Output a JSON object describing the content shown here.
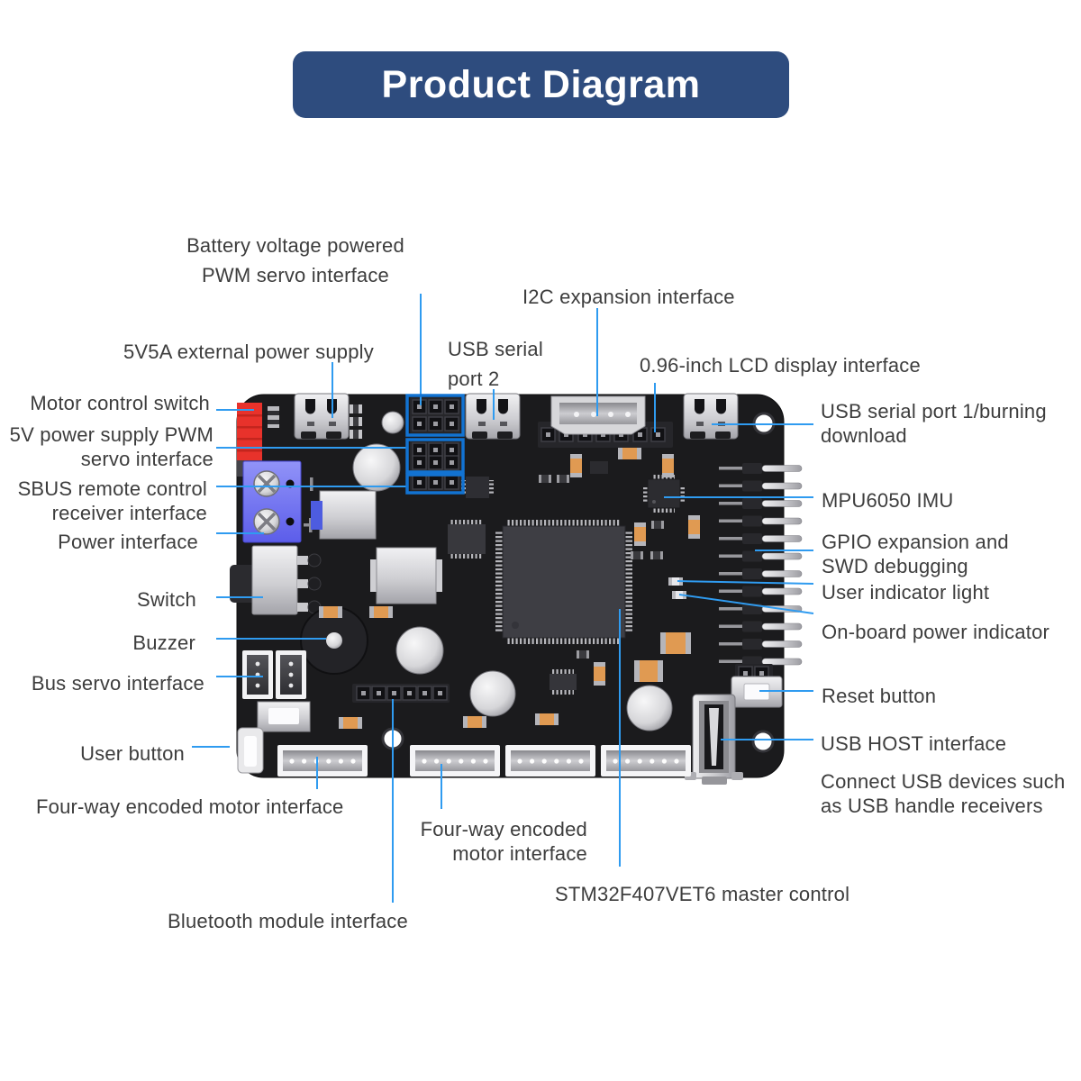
{
  "title": "Product Diagram",
  "colors": {
    "title_bg": "#2e4c7e",
    "label_text": "#3d3d3d",
    "leader_line": "#2f9bf0",
    "highlight_box": "#1273d2",
    "board_black": "#1b1b1d",
    "switch_red": "#e8322b",
    "terminal_blue": "#6e6ff0"
  },
  "labels": {
    "battery_pwm": "Battery voltage powered\nPWM servo interface",
    "i2c": "I2C expansion interface",
    "power_5v5a": "5V5A external power supply",
    "usb_serial_2": "USB serial\nport 2",
    "lcd": "0.96-inch LCD display interface",
    "motor_control_switch": "Motor control switch",
    "pwm_5v": "5V power supply PWM\nservo interface",
    "sbus": "SBUS remote control\nreceiver interface",
    "power_interface": "Power interface",
    "switch": "Switch",
    "buzzer": "Buzzer",
    "bus_servo": "Bus servo interface",
    "user_button": "User button",
    "motor_left": "Four-way encoded motor interface",
    "motor_bottom": "Four-way encoded\nmotor interface",
    "stm32": "STM32F407VET6 master control",
    "bluetooth": "Bluetooth module interface",
    "usb_serial_1": "USB serial port 1/burning\ndownload",
    "mpu6050": "MPU6050 IMU",
    "gpio": "GPIO expansion and\nSWD debugging",
    "user_led": "User indicator light",
    "power_led": "On-board power indicator",
    "reset": "Reset button",
    "usb_host": "USB HOST interface",
    "usb_host_note": "Connect USB devices such\nas USB handle receivers"
  }
}
